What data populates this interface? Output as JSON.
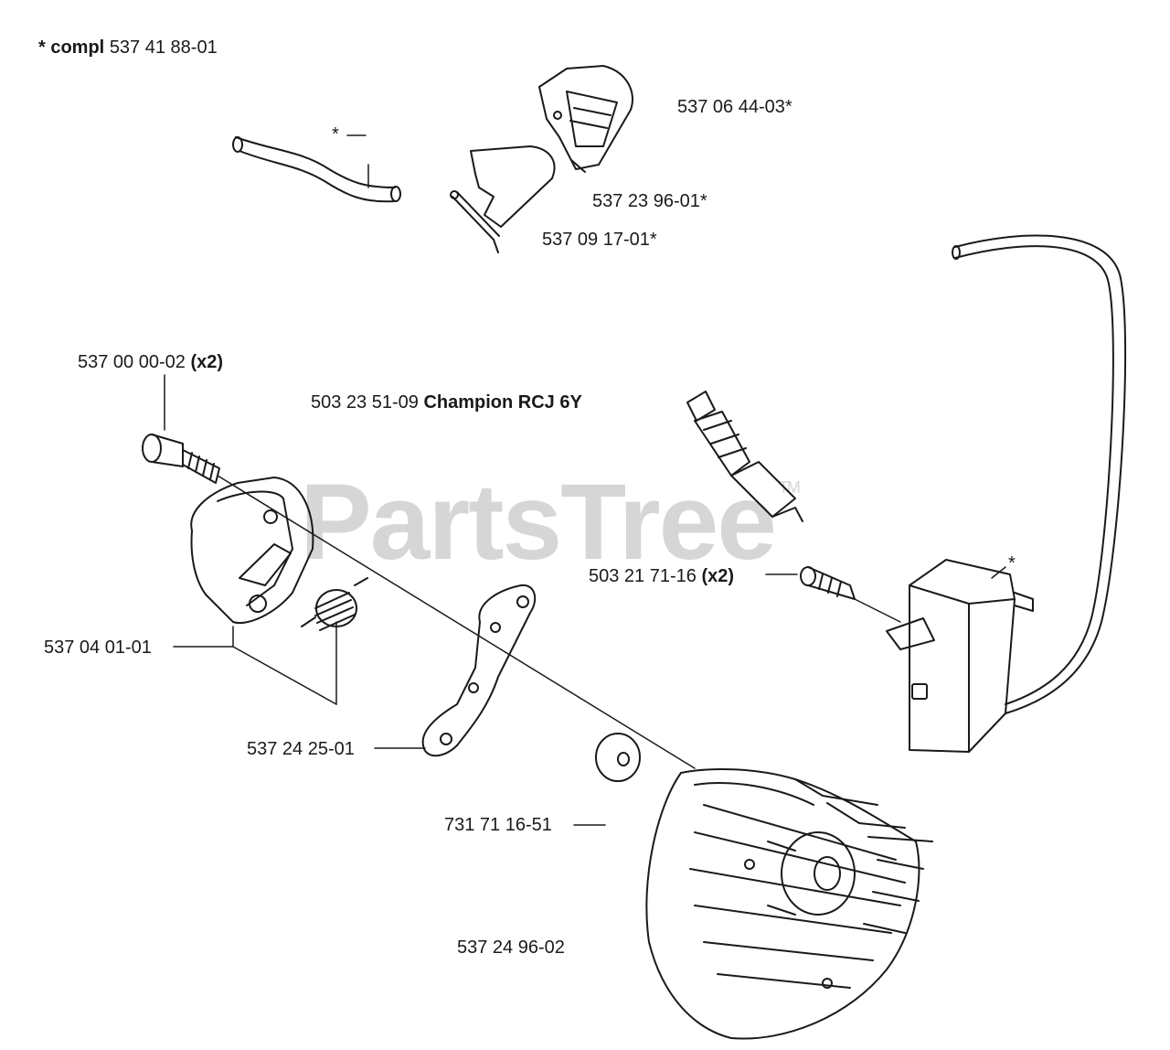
{
  "header": {
    "compl_prefix": "* compl",
    "compl_number": "537 41 88-01"
  },
  "watermark": {
    "text": "PartsTree",
    "tm": "TM"
  },
  "labels": {
    "p1": "537 06 44-03*",
    "p2": "537 23 96-01*",
    "p3": "537 09 17-01*",
    "p4_num": "537 00 00-02",
    "p4_qty": "(x2)",
    "p5_num": "503 23 51-09",
    "p5_desc": "Champion RCJ 6Y",
    "p6_num": "503 21 71-16",
    "p6_qty": "(x2)",
    "p7": "537 04 01-01",
    "p8": "537 24 25-01",
    "p9": "731 71 16-51",
    "p10": "537 24 96-02",
    "star_wire": "*",
    "star_module": "*"
  },
  "colors": {
    "line": "#1a1a1a",
    "watermark": "#d6d6d6"
  }
}
